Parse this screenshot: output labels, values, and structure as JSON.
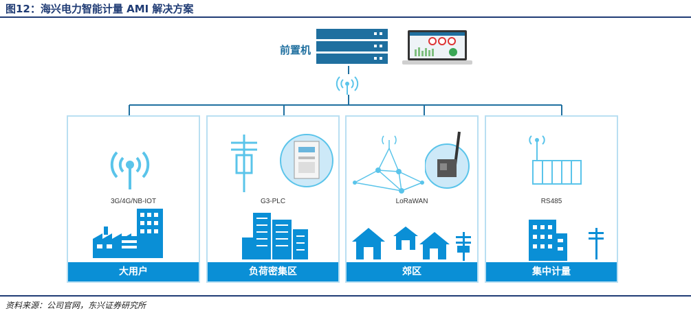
{
  "title": "图12：海兴电力智能计量 AMI 解决方案",
  "server_label": "前置机",
  "source": "资料来源：公司官网，东兴证券研究所",
  "panels": [
    {
      "category": "大用户",
      "tech": "3G/4G/NB-IOT"
    },
    {
      "category": "负荷密集区",
      "tech": "G3-PLC"
    },
    {
      "category": "郊区",
      "tech": "LoRaWAN"
    },
    {
      "category": "集中计量",
      "tech": "RS485"
    }
  ],
  "colors": {
    "accent_blue": "#0a8fd6",
    "icon_cyan": "#5ac4ea",
    "title_navy": "#1f3b74",
    "panel_border": "#b9dff2"
  }
}
